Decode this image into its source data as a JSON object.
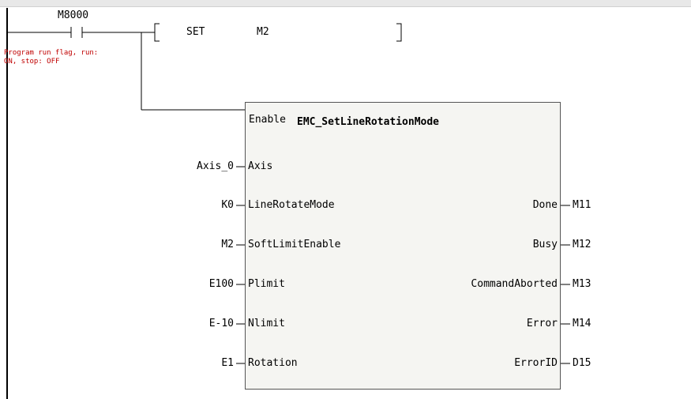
{
  "contact": {
    "address": "M8000",
    "comment": "Program run flag, run: ON, stop: OFF"
  },
  "set_instruction": {
    "op": "SET",
    "operand": "M2"
  },
  "function_block": {
    "enable_label": "Enable",
    "name": "EMC_SetLineRotationMode",
    "inputs": [
      {
        "pin": "Axis",
        "value": "Axis_0"
      },
      {
        "pin": "LineRotateMode",
        "value": "K0"
      },
      {
        "pin": "SoftLimitEnable",
        "value": "M2"
      },
      {
        "pin": "Plimit",
        "value": "E100"
      },
      {
        "pin": "Nlimit",
        "value": "E-10"
      },
      {
        "pin": "Rotation",
        "value": "E1"
      }
    ],
    "outputs": [
      {
        "pin": "Done",
        "value": "M11"
      },
      {
        "pin": "Busy",
        "value": "M12"
      },
      {
        "pin": "CommandAborted",
        "value": "M13"
      },
      {
        "pin": "Error",
        "value": "M14"
      },
      {
        "pin": "ErrorID",
        "value": "D15"
      }
    ]
  }
}
